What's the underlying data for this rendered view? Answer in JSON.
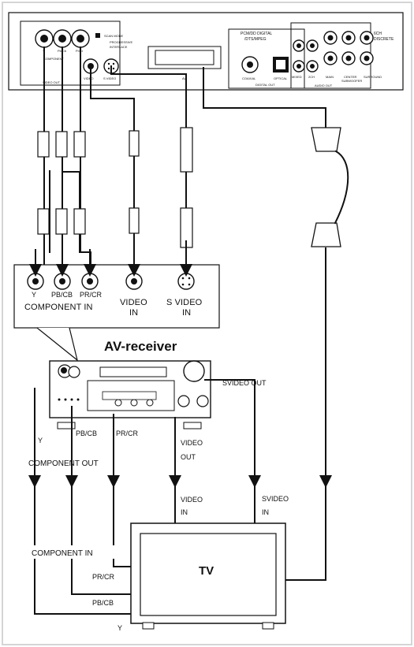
{
  "dvd_player": {
    "component_port_labels": [
      "Y",
      "Pb/Cb",
      "Pr/Cr"
    ],
    "component_group_label": "COMPONENT",
    "video_out_label": "VIDEO OUT",
    "scan_mode_label": "SCAN MODE",
    "progressive_label": "PROGRESSIVE",
    "interlace_label": "INTERLACE",
    "video_label": "VIDEO",
    "s_video_label": "S VIDEO",
    "av_label": "AV",
    "digital_header_line1": "PCM/DD DIGITAL",
    "digital_header_line2": "/DTS/MPEG",
    "coaxial_label": "COAXIAL",
    "optical_label": "OPTICAL",
    "digital_out_label": "DIGITAL OUT",
    "mixed_label": "MIXED",
    "ch_label": "2CH",
    "main_label": "MAIN",
    "center_label": "CENTER",
    "subwoofer_label": "SUBWOOFER",
    "surround_label": "SURROUND",
    "audio_out_label": "AUDIO OUT",
    "discrete_line1": "6CH",
    "discrete_line2": "DISCRETE"
  },
  "input_box": {
    "ports": [
      {
        "name": "y",
        "label": "Y"
      },
      {
        "name": "pb",
        "label": "PB/CB"
      },
      {
        "name": "pr",
        "label": "PR/CR"
      }
    ],
    "component_in_label": "COMPONENT IN",
    "video_in_line1": "VIDEO",
    "video_in_line2": "IN",
    "svideo_in_line1": "S VIDEO",
    "svideo_in_line2": "IN"
  },
  "receiver": {
    "title": "AV-receiver",
    "svideo_out_label": "SVIDEO OUT",
    "video_out_line1": "VIDEO",
    "video_out_line2": "OUT",
    "video_in_line1": "VIDEO",
    "video_in_line2": "IN",
    "svideo_in_line1": "SVIDEO",
    "svideo_in_line2": "IN"
  },
  "component_out": {
    "y_label": "Y",
    "pb_label": "PB/CB",
    "pr_label": "PR/CR",
    "box_label": "COMPONENT OUT"
  },
  "component_in": {
    "box_label": "COMPONENT IN",
    "pr_label": "PR/CR",
    "pb_label": "PB/CB",
    "y_label": "Y"
  },
  "tv": {
    "label": "TV"
  }
}
